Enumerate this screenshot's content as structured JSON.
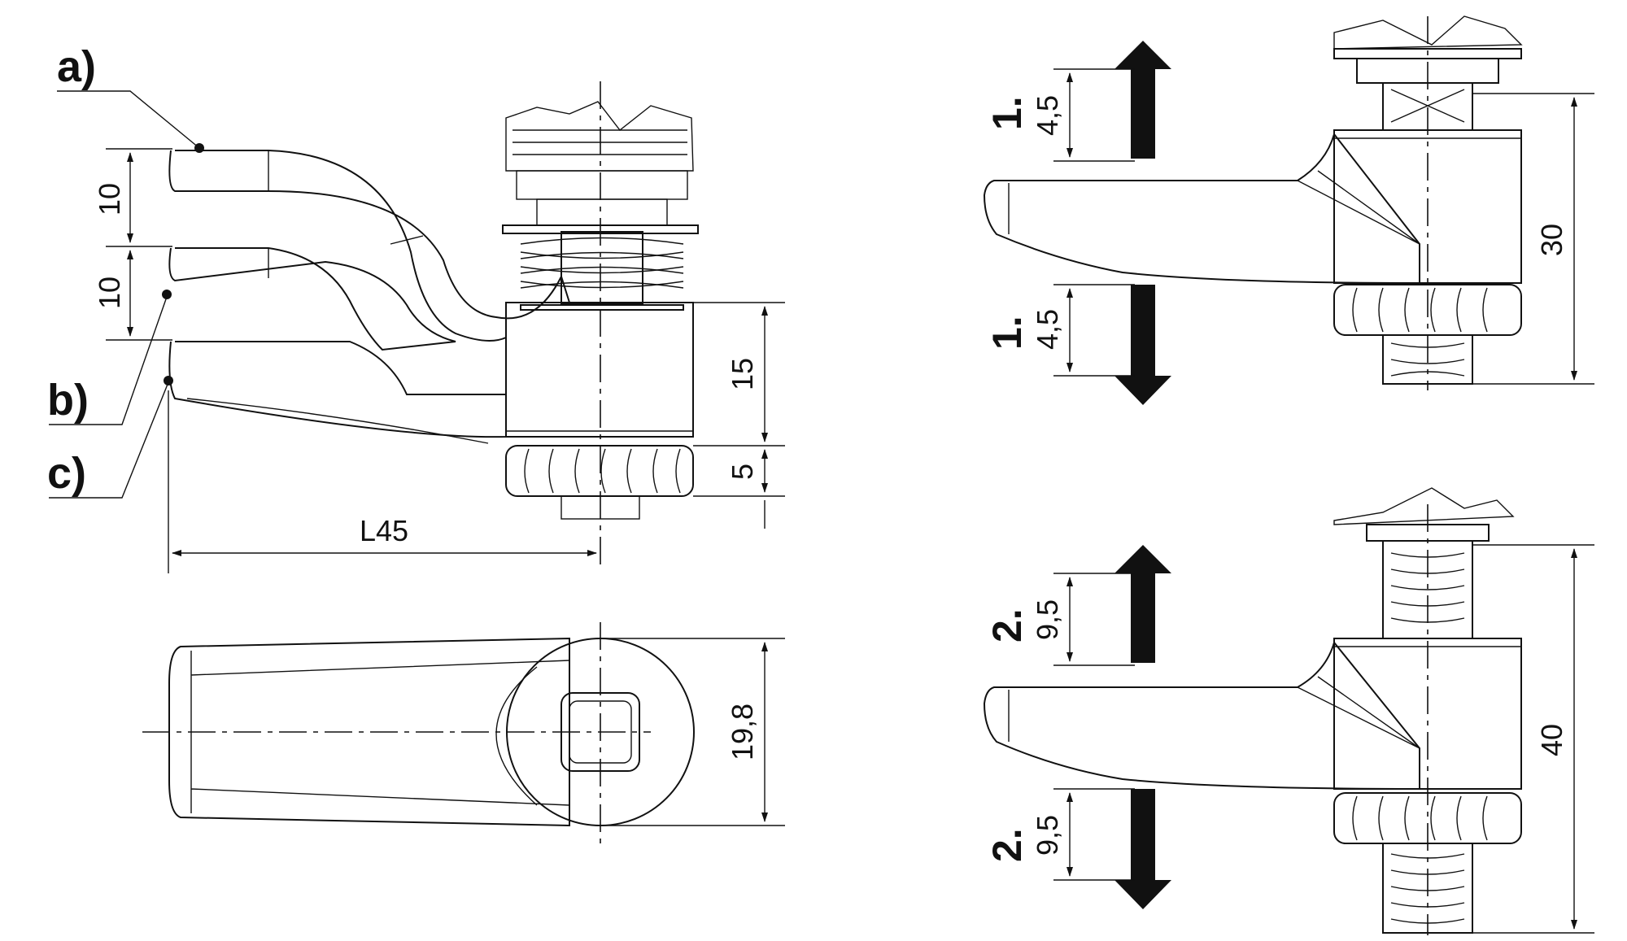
{
  "callouts": {
    "a": "a)",
    "b": "b)",
    "c": "c)"
  },
  "dimensions": {
    "offset_a": "10",
    "offset_b": "10",
    "body_height": "15",
    "knob_height": "5",
    "length": "L45",
    "width": "19,8",
    "travel_1": "4,5",
    "travel_1_lower": "4,5",
    "height_1": "30",
    "travel_2": "9,5",
    "travel_2_lower": "9,5",
    "height_2": "40"
  },
  "steps": {
    "step1": "1.",
    "step1_lower": "1.",
    "step2": "2.",
    "step2_lower": "2."
  }
}
